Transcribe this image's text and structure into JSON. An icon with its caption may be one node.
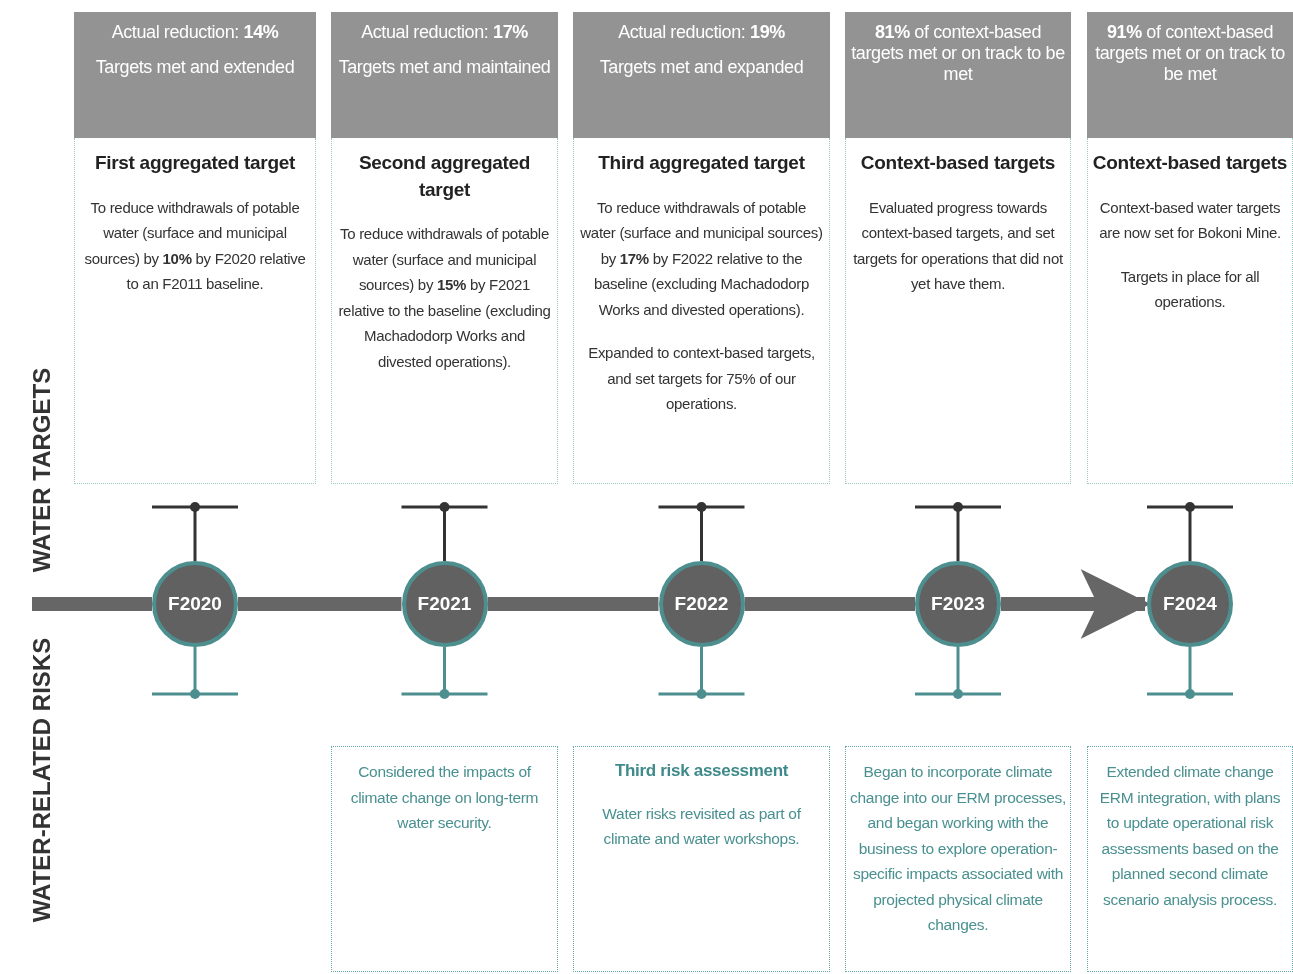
{
  "diagram": {
    "nodes": [
      {
        "text": [
          "Actual reduction: **14%**",
          "Targets met and extended"
        ]
      },
      {
        "text": [
          "First aggregated target",
          "To reduce withdrawals of potable water (surface and municipal sources) by **10%** by F2020 relative to an F2011 baseline."
        ]
      },
      {
        "text": [
          "Actual reduction: **17%**",
          "Targets met and maintained"
        ]
      },
      {
        "text": [
          "Second aggregated target",
          "To reduce withdrawals of potable water (surface and municipal sources) by **15%** by F2021 relative to the baseline (excluding Machadodorp Works and divested operations)."
        ]
      },
      {
        "text": [
          "Actual reduction: **19%**",
          "Targets met and expanded"
        ]
      },
      {
        "text": [
          "Third aggregated target",
          "To reduce withdrawals of potable water (surface and municipal sources) by **17%** by F2022 relative to the baseline (excluding Machadodorp Works and divested operations).",
          "Expanded to context-based targets, and set targets for 75% of our operations."
        ]
      },
      {
        "text": [
          "**81%** of context-based targets met or on track to be met"
        ]
      },
      {
        "text": [
          "Context-based targets",
          "Evaluated progress towards context-based targets, and set targets for operations that did not yet have them."
        ]
      },
      {
        "text": [
          "**91%** of context-based targets met or on track to be met"
        ]
      },
      {
        "text": [
          "Context-based targets",
          "Context-based water targets are now set for Bokoni Mine.",
          "Targets in place for all operations."
        ]
      },
      {
        "text": [
          "F2020"
        ]
      },
      {
        "text": [
          "F2021"
        ]
      },
      {
        "text": [
          "F2022"
        ]
      },
      {
        "text": [
          "F2023"
        ]
      },
      {
        "text": [
          "F2024"
        ]
      },
      {
        "text": [
          "Considered the impacts of climate change on long-term water security."
        ]
      },
      {
        "text": [
          "Third risk assessment",
          "Water risks revisited as part of climate and water workshops."
        ]
      },
      {
        "text": [
          "Began to incorporate climate change into our ERM processes, and began working with the business to explore operation-specific impacts associated with projected physical climate changes."
        ]
      },
      {
        "text": [
          "Extended climate change ERM integration, with plans to update operational risk assessments based on the planned second climate scenario analysis process."
        ]
      }
    ],
    "edges": [
      {
        "from": null,
        "to": 10,
        "arrow": "none"
      },
      {
        "from": 10,
        "to": 11,
        "arrow": "none"
      },
      {
        "from": 11,
        "to": 12,
        "arrow": "none"
      },
      {
        "from": 12,
        "to": 13,
        "arrow": "none"
      },
      {
        "from": 13,
        "to": 14,
        "arrow": "to"
      }
    ],
    "labels": [
      "WATER TARGETS",
      "WATER-RELATED RISKS"
    ]
  }
}
